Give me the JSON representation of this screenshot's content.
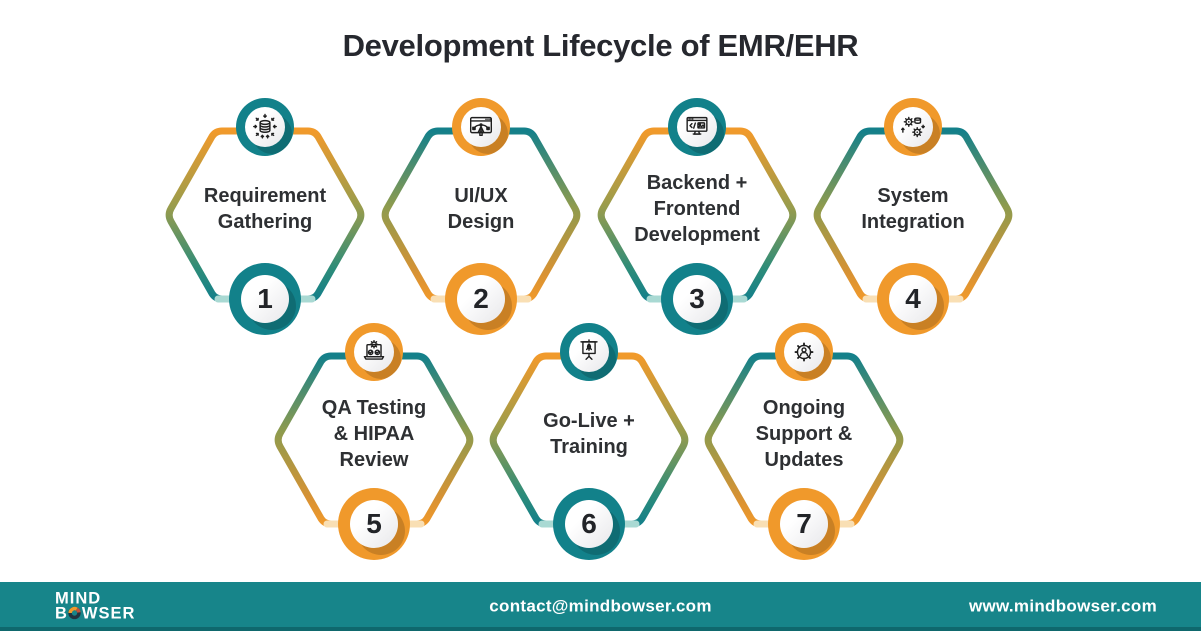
{
  "title": "Development Lifecycle of EMR/EHR",
  "steps": [
    {
      "number": "1",
      "label": "Requirement\nGathering",
      "icon": "data-gathering-icon",
      "theme": "teal"
    },
    {
      "number": "2",
      "label": "UI/UX\nDesign",
      "icon": "uiux-design-icon",
      "theme": "orange"
    },
    {
      "number": "3",
      "label": "Backend +\nFrontend\nDevelopment",
      "icon": "development-monitor-icon",
      "theme": "teal"
    },
    {
      "number": "4",
      "label": "System\nIntegration",
      "icon": "system-integration-icon",
      "theme": "orange"
    },
    {
      "number": "5",
      "label": "QA Testing\n& HIPAA\nReview",
      "icon": "qa-testing-icon",
      "theme": "orange"
    },
    {
      "number": "6",
      "label": "Go-Live +\nTraining",
      "icon": "golive-training-icon",
      "theme": "teal"
    },
    {
      "number": "7",
      "label": "Ongoing\nSupport &\nUpdates",
      "icon": "ongoing-support-icon",
      "theme": "orange"
    }
  ],
  "footer": {
    "logo_top": "MIND",
    "logo_b": "B",
    "logo_wser": "WSER",
    "email": "contact@mindbowser.com",
    "website": "www.mindbowser.com"
  },
  "colors": {
    "teal": "#12818A",
    "orange": "#F0992B",
    "olive": "#8E9B4E",
    "pale_teal": "#A9D9D3",
    "pale_orange": "#F9DFB4",
    "footer_bar": "#17858A",
    "title_text": "#26282E"
  }
}
